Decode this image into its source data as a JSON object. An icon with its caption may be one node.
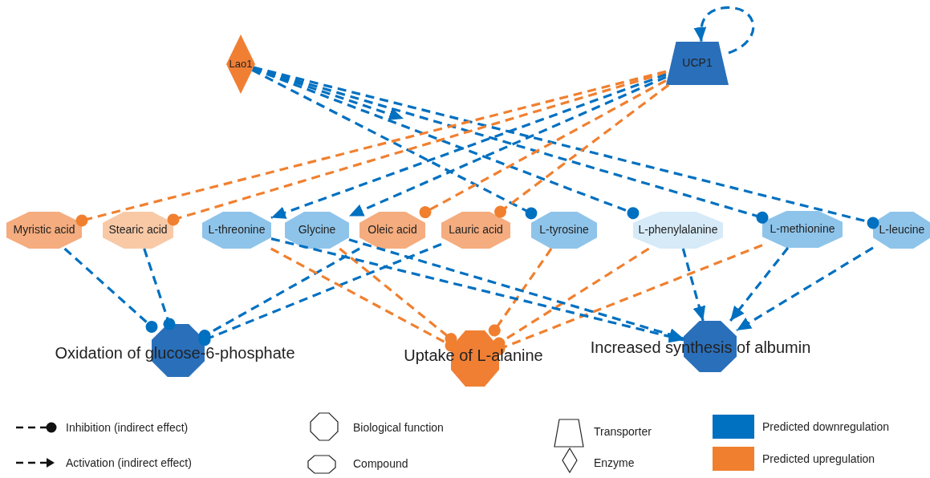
{
  "diagram": {
    "nodes": [
      {
        "text": [
          "Lao1"
        ]
      },
      {
        "text": [
          "UCP1"
        ]
      },
      {
        "text": [
          "Myristic acid"
        ]
      },
      {
        "text": [
          "Stearic acid"
        ]
      },
      {
        "text": [
          "L-threonine"
        ]
      },
      {
        "text": [
          "Glycine"
        ]
      },
      {
        "text": [
          "Oleic acid"
        ]
      },
      {
        "text": [
          "Lauric acid"
        ]
      },
      {
        "text": [
          "L-tyrosine"
        ]
      },
      {
        "text": [
          "L-phenylalanine"
        ]
      },
      {
        "text": [
          "L-methionine"
        ]
      },
      {
        "text": [
          "L-leucine"
        ]
      },
      {
        "text": [
          "Oxidation of glucose-6-phosphate"
        ]
      },
      {
        "text": [
          "Uptake of L-alanine"
        ]
      },
      {
        "text": [
          "Increased synthesis of albumin"
        ]
      }
    ],
    "edges": [
      {
        "from": 0,
        "to": 8,
        "arrow": "other"
      },
      {
        "from": 0,
        "to": 9,
        "arrow": "other"
      },
      {
        "from": 0,
        "to": 10,
        "arrow": "other"
      },
      {
        "from": 0,
        "to": 11,
        "arrow": "other"
      },
      {
        "from": 0,
        "to": null,
        "arrow": "to"
      },
      {
        "from": 1,
        "to": 1,
        "arrow": "to"
      },
      {
        "from": 1,
        "to": 2,
        "arrow": "other",
        "color": "#f08030"
      },
      {
        "from": 1,
        "to": 3,
        "arrow": "other",
        "color": "#f08030"
      },
      {
        "from": 1,
        "to": 4,
        "arrow": "to"
      },
      {
        "from": 1,
        "to": 5,
        "arrow": "to"
      },
      {
        "from": 1,
        "to": 6,
        "arrow": "other",
        "color": "#f08030"
      },
      {
        "from": 1,
        "to": 7,
        "arrow": "other",
        "color": "#f08030"
      },
      {
        "from": 2,
        "to": 12,
        "arrow": "other"
      },
      {
        "from": 3,
        "to": 12,
        "arrow": "other"
      },
      {
        "from": 6,
        "to": 12,
        "arrow": "other"
      },
      {
        "from": 7,
        "to": 12,
        "arrow": "other"
      },
      {
        "from": 4,
        "to": 13,
        "arrow": "other",
        "color": "#f08030"
      },
      {
        "from": 5,
        "to": 13,
        "arrow": "other",
        "color": "#f08030"
      },
      {
        "from": 8,
        "to": 13,
        "arrow": "other",
        "color": "#f08030"
      },
      {
        "from": 9,
        "to": 13,
        "arrow": "other",
        "color": "#f08030"
      },
      {
        "from": 10,
        "to": 13,
        "arrow": "other",
        "color": "#f08030"
      },
      {
        "from": 4,
        "to": 14,
        "arrow": "to"
      },
      {
        "from": 5,
        "to": 14,
        "arrow": "to"
      },
      {
        "from": 9,
        "to": 14,
        "arrow": "to"
      },
      {
        "from": 10,
        "to": 14,
        "arrow": "to"
      },
      {
        "from": 11,
        "to": 14,
        "arrow": "to"
      }
    ],
    "legend": [
      {
        "text": "Inhibition (indirect effect)"
      },
      {
        "text": "Activation (indirect effect)"
      },
      {
        "text": "Biological function"
      },
      {
        "text": "Compound"
      },
      {
        "text": "Transporter"
      },
      {
        "text": "Enzyme"
      },
      {
        "text": "Predicted downregulation",
        "color": "#0070c0"
      },
      {
        "text": "Predicted upregulation",
        "color": "#f08030"
      }
    ]
  }
}
